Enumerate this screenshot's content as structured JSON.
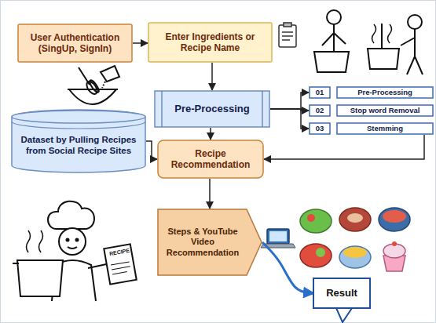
{
  "diagram": {
    "nodes": [
      {
        "text": [
          "User Authentication (SingUp, SignIn)"
        ]
      },
      {
        "text": [
          "Enter Ingredients or Recipe Name"
        ]
      },
      {
        "text": [
          "Pre-Processing"
        ]
      },
      {
        "text": [
          "01"
        ]
      },
      {
        "text": [
          "Pre-Processing"
        ]
      },
      {
        "text": [
          "02"
        ]
      },
      {
        "text": [
          "Stop word Removal"
        ]
      },
      {
        "text": [
          "03"
        ]
      },
      {
        "text": [
          "Stemming"
        ]
      },
      {
        "text": [
          "Dataset by Pulling Recipes from Social Recipe Sites"
        ]
      },
      {
        "text": [
          "Recipe Recommendation"
        ]
      },
      {
        "text": [
          "Steps & YouTube Video Recommendation"
        ]
      },
      {
        "text": [
          "Result"
        ]
      }
    ],
    "edges": [
      {
        "from": 0,
        "to": 1,
        "arrow": "to"
      },
      {
        "from": 1,
        "to": 2,
        "arrow": "to"
      },
      {
        "from": 2,
        "to": 3,
        "arrow": "to"
      },
      {
        "from": 2,
        "to": 5,
        "arrow": "to"
      },
      {
        "from": 2,
        "to": 7,
        "arrow": "to"
      },
      {
        "from": 2,
        "to": 10,
        "arrow": "to"
      },
      {
        "from": 9,
        "to": 10,
        "arrow": "to"
      },
      {
        "from": 8,
        "to": 10,
        "arrow": "to"
      },
      {
        "from": 10,
        "to": 11,
        "arrow": "to"
      },
      {
        "from": 11,
        "to": 12,
        "arrow": "to"
      }
    ],
    "labels": [
      "RECIPE"
    ]
  }
}
